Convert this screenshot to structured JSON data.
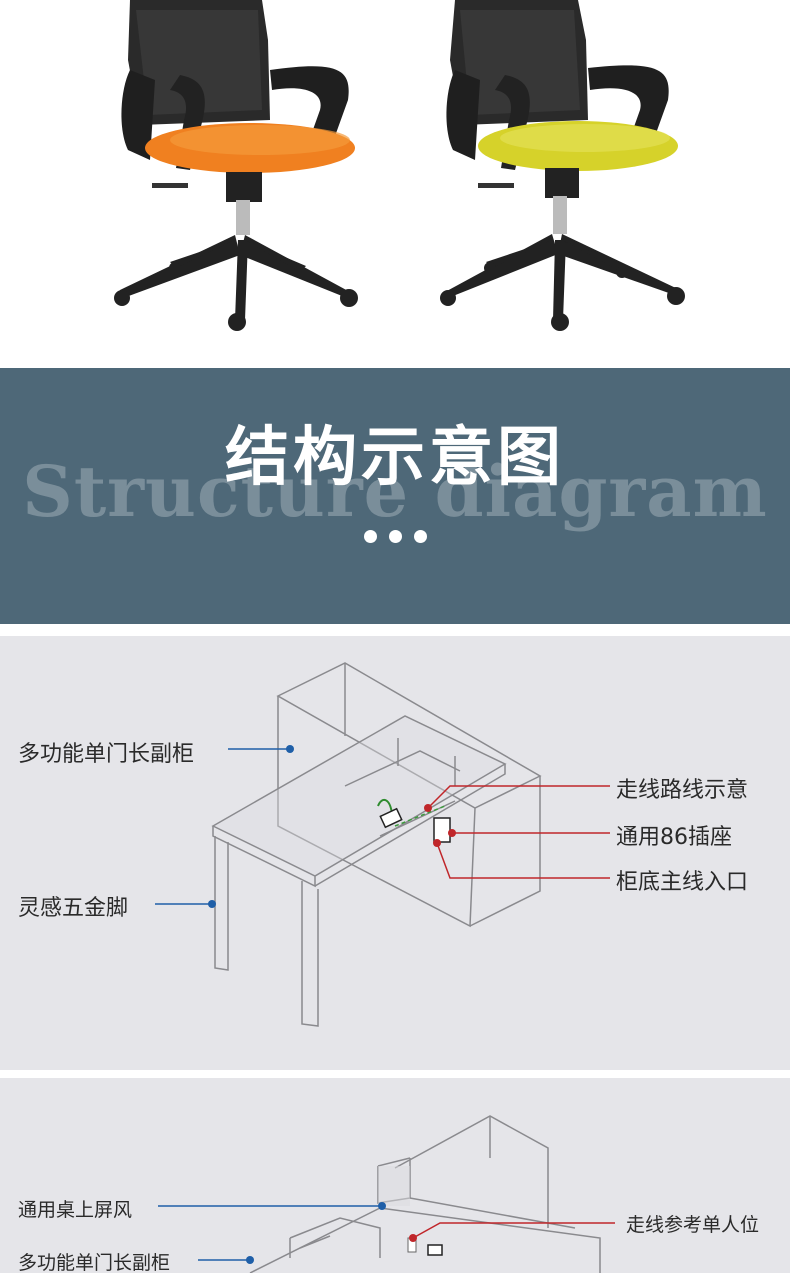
{
  "banner": {
    "title": "结构示意图",
    "background_text": "Structure diagram"
  },
  "chairs": [
    {
      "seat_color": "#f08020",
      "name": "orange-seat-chair"
    },
    {
      "seat_color": "#d6d22a",
      "name": "yellow-seat-chair"
    }
  ],
  "diagram1": {
    "labels": {
      "cabinet": "多功能单门长副柜",
      "legs": "灵感五金脚",
      "wiring": "走线路线示意",
      "socket": "通用86插座",
      "entry": "柜底主线入口"
    }
  },
  "diagram2": {
    "labels": {
      "screen": "通用桌上屏风",
      "cabinet": "多功能单门长副柜",
      "wiring": "走线参考单人位"
    }
  },
  "colors": {
    "banner_bg": "#4e6878",
    "panel_bg": "#e5e5e9",
    "leader_blue": "#1f5fa8",
    "leader_red": "#c0262a"
  }
}
